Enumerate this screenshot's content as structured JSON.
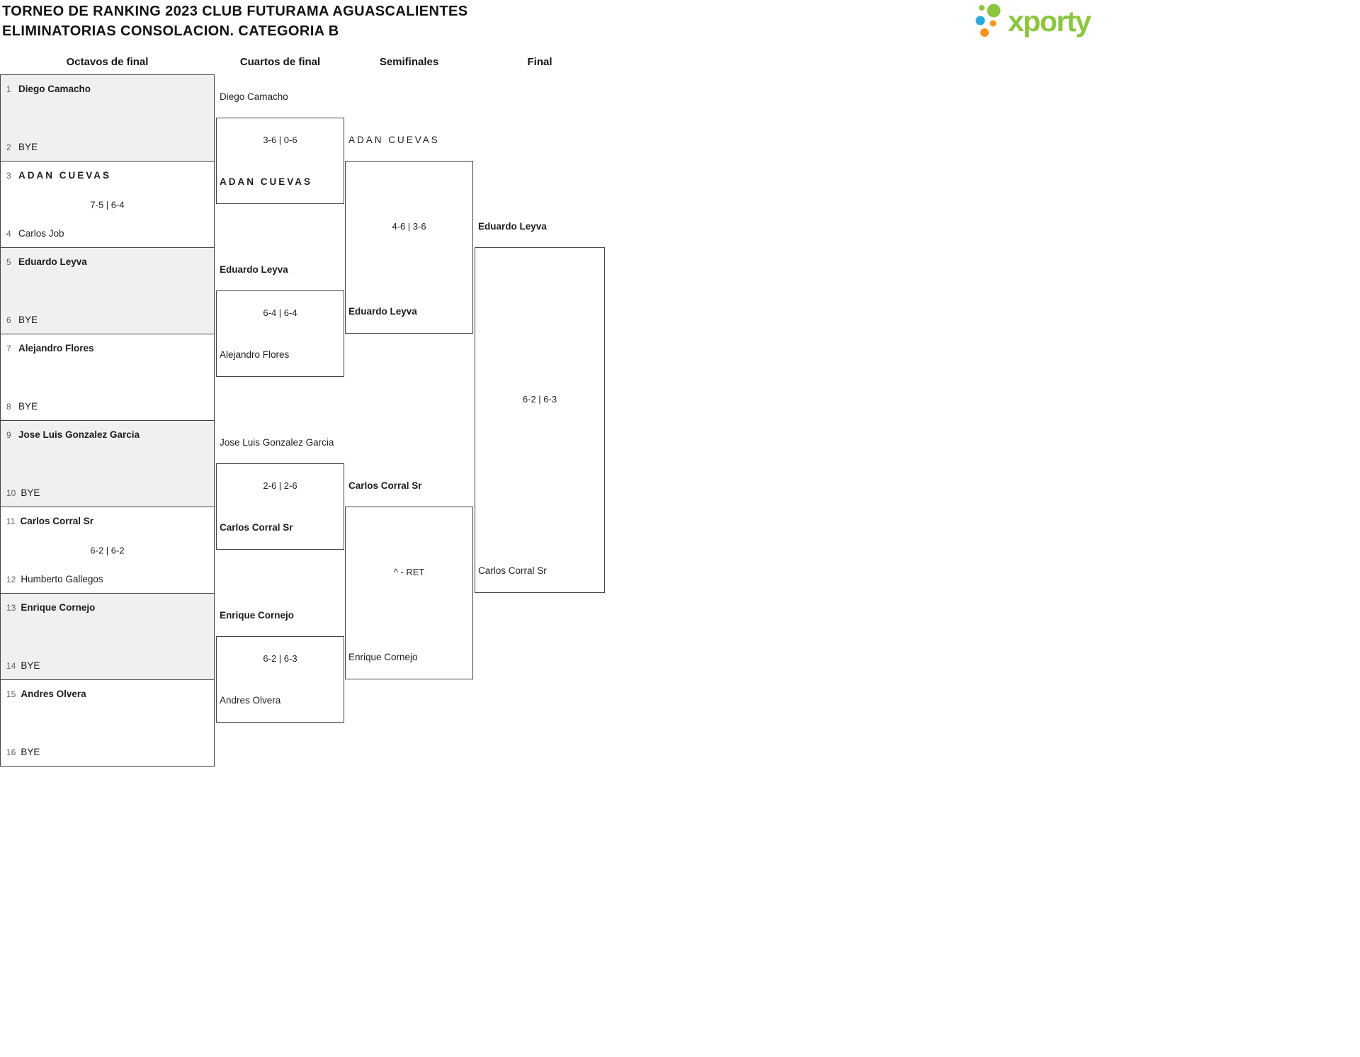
{
  "header": {
    "title_line1": "TORNEO DE RANKING 2023 CLUB FUTURAMA AGUASCALIENTES",
    "title_line2": "ELIMINATORIAS CONSOLACION. CATEGORIA B",
    "logo_text": "xporty"
  },
  "brand": {
    "green": "#8cc63f",
    "blue": "#2aa9e0",
    "orange": "#f7941d"
  },
  "columns": {
    "octavos": "Octavos de final",
    "cuartos": "Cuartos de final",
    "semifinales": "Semifinales",
    "final": "Final"
  },
  "octavos": [
    {
      "seed1": "1",
      "p1": "Diego Camacho",
      "seed2": "2",
      "p2": "BYE",
      "score": ""
    },
    {
      "seed1": "3",
      "p1": "ADAN CUEVAS",
      "seed2": "4",
      "p2": "Carlos Job",
      "score": "7-5 | 6-4"
    },
    {
      "seed1": "5",
      "p1": "Eduardo Leyva",
      "seed2": "6",
      "p2": "BYE",
      "score": ""
    },
    {
      "seed1": "7",
      "p1": "Alejandro Flores",
      "seed2": "8",
      "p2": "BYE",
      "score": ""
    },
    {
      "seed1": "9",
      "p1": "Jose Luis Gonzalez Garcia",
      "seed2": "10",
      "p2": "BYE",
      "score": ""
    },
    {
      "seed1": "11",
      "p1": "Carlos Corral Sr",
      "seed2": "12",
      "p2": "Humberto Gallegos",
      "score": "6-2 | 6-2"
    },
    {
      "seed1": "13",
      "p1": "Enrique Cornejo",
      "seed2": "14",
      "p2": "BYE",
      "score": ""
    },
    {
      "seed1": "15",
      "p1": "Andres Olvera",
      "seed2": "16",
      "p2": "BYE",
      "score": ""
    }
  ],
  "cuartos": [
    {
      "p1": "Diego Camacho",
      "p2": "ADAN CUEVAS",
      "score": "3-6 | 0-6"
    },
    {
      "p1": "Eduardo Leyva",
      "p2": "Alejandro Flores",
      "score": "6-4 | 6-4"
    },
    {
      "p1": "Jose Luis Gonzalez Garcia",
      "p2": "Carlos Corral Sr",
      "score": "2-6 | 2-6"
    },
    {
      "p1": "Enrique Cornejo",
      "p2": "Andres Olvera",
      "score": "6-2 | 6-3"
    }
  ],
  "semifinales": [
    {
      "p1": "ADAN CUEVAS",
      "p2": "Eduardo Leyva",
      "score": "4-6 | 3-6"
    },
    {
      "p1": "Carlos Corral Sr",
      "p2": "Enrique Cornejo",
      "score": "^ - RET"
    }
  ],
  "final": {
    "p1": "Eduardo Leyva",
    "p2": "Carlos Corral Sr",
    "score": "6-2 | 6-3"
  }
}
